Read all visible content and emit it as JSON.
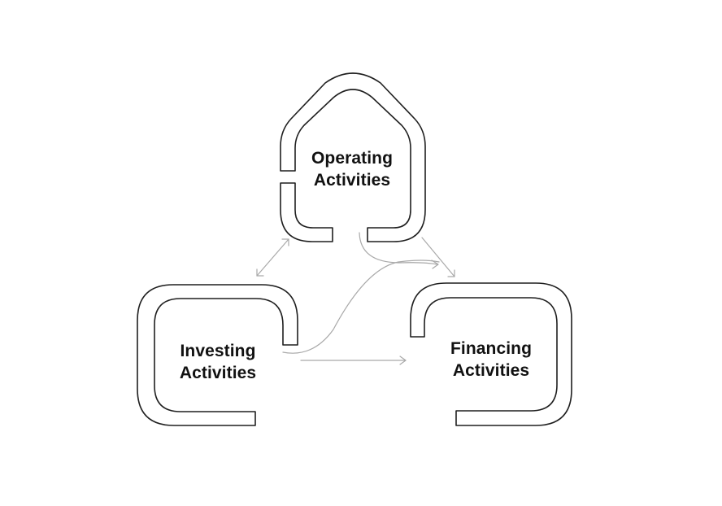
{
  "diagram": {
    "title": "",
    "nodes": [
      {
        "id": "operating",
        "label_line1": "Operating",
        "label_line2": "Activities",
        "shape": "arch-bracket"
      },
      {
        "id": "investing",
        "label_line1": "Investing",
        "label_line2": "Activities",
        "shape": "open-bracket"
      },
      {
        "id": "financing",
        "label_line1": "Financing",
        "label_line2": "Activities",
        "shape": "open-bracket"
      }
    ],
    "edges": [
      {
        "from": "operating",
        "to": "investing",
        "style": "bidirectional-straight"
      },
      {
        "from": "operating",
        "to": "financing",
        "style": "straight-arrow"
      },
      {
        "from": "operating",
        "to": "financing",
        "style": "curved-arrow"
      },
      {
        "from": "investing",
        "to": "financing",
        "style": "s-curve-arrow"
      },
      {
        "from": "investing",
        "to": "financing",
        "style": "straight-arrow"
      }
    ],
    "colors": {
      "shape_stroke": "#1f1f1f",
      "connector": "#a9a9a9",
      "text": "#111111",
      "background": "#ffffff"
    }
  }
}
